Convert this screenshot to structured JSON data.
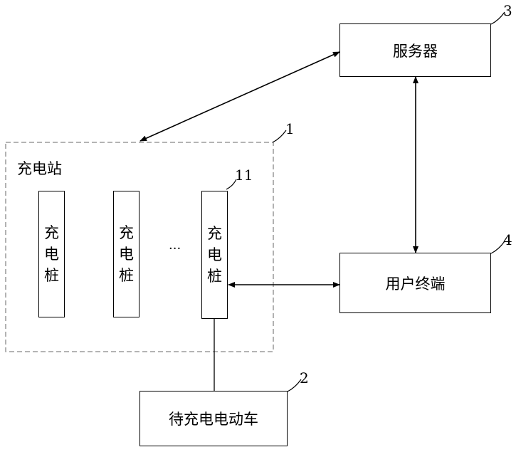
{
  "station": {
    "label": "充电站",
    "ref": "1",
    "piles": [
      {
        "chars": [
          "充",
          "电",
          "桩"
        ]
      },
      {
        "chars": [
          "充",
          "电",
          "桩"
        ]
      },
      {
        "chars": [
          "充",
          "电",
          "桩"
        ],
        "ref": "11"
      }
    ],
    "ellipsis": "···"
  },
  "server": {
    "label": "服务器",
    "ref": "3"
  },
  "user_terminal": {
    "label": "用户终端",
    "ref": "4"
  },
  "vehicle": {
    "label": "待充电电动车",
    "ref": "2"
  }
}
